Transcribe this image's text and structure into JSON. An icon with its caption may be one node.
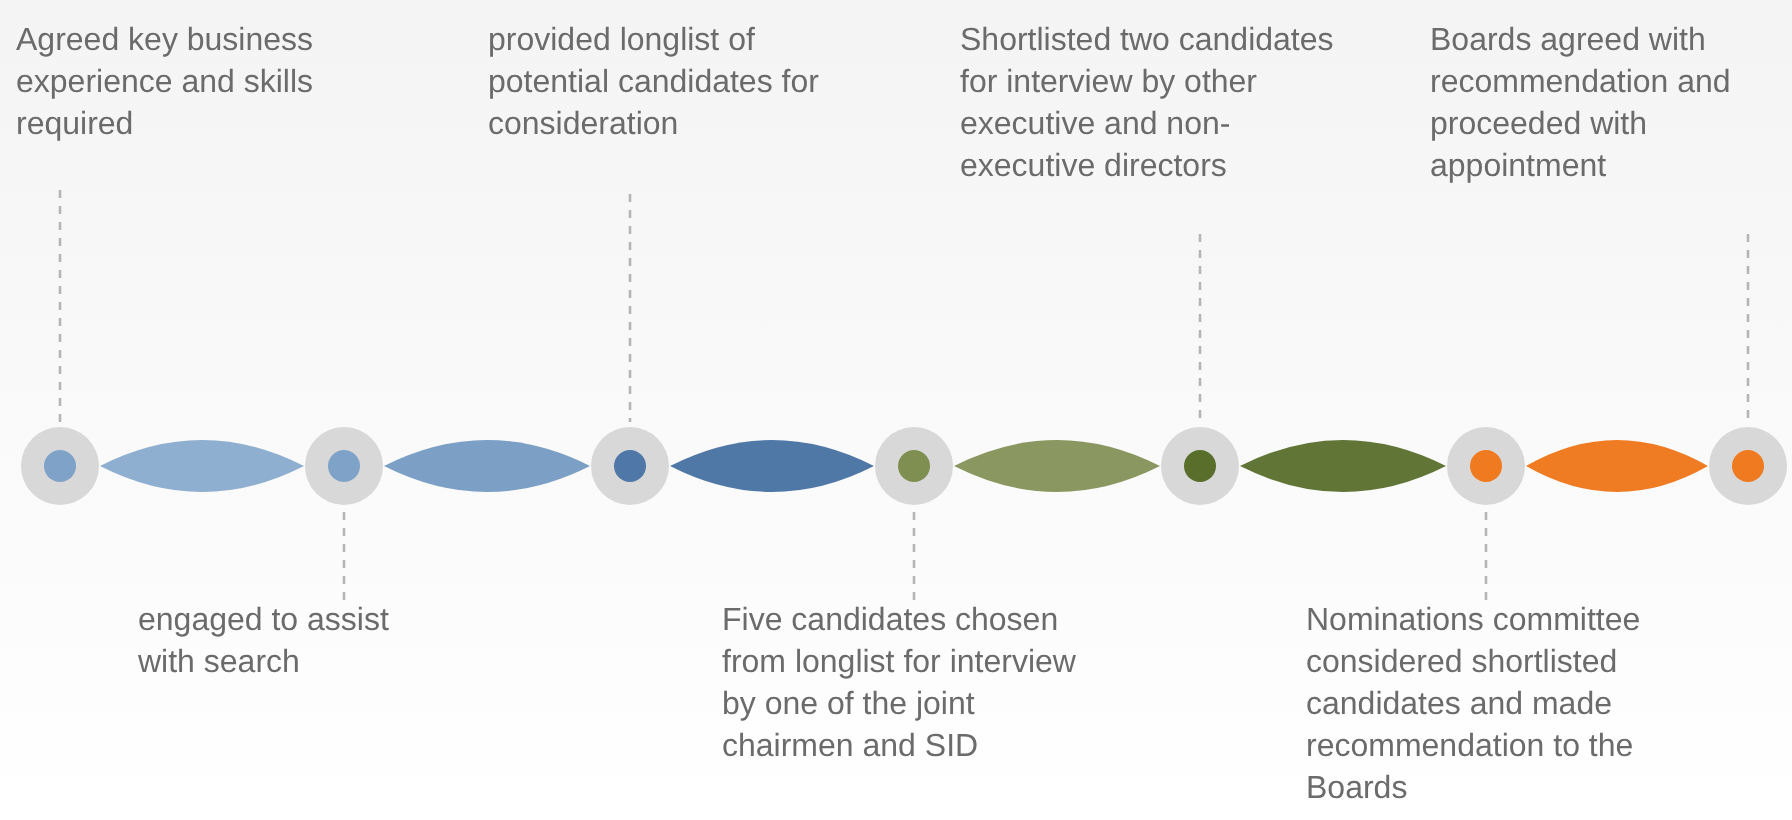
{
  "diagram": {
    "nodes": [
      {
        "text": [],
        "shape": "circle"
      },
      {
        "text": [],
        "shape": "circle"
      },
      {
        "text": [],
        "shape": "circle"
      },
      {
        "text": [],
        "shape": "circle"
      },
      {
        "text": [],
        "shape": "circle"
      },
      {
        "text": [],
        "shape": "circle"
      },
      {
        "text": [],
        "shape": "circle"
      },
      {
        "text": [
          "Agreed key business experience and skills required"
        ]
      },
      {
        "text": [
          "engaged to assist with search"
        ]
      },
      {
        "text": [
          "provided longlist of potential candidates for consideration"
        ]
      },
      {
        "text": [
          "Five candidates chosen from longlist for interview by one of the joint chairmen and SID"
        ]
      },
      {
        "text": [
          "Shortlisted two candidates for interview by other executive and non-executive directors"
        ]
      },
      {
        "text": [
          "Nominations committee considered shortlisted candidates and made recommendation to the Boards"
        ]
      },
      {
        "text": [
          "Boards agreed with recommendation and proceeded with appointment"
        ]
      }
    ],
    "edges": [
      {
        "from": 0,
        "to": 1,
        "arrow": "none",
        "style": "thick",
        "color": "#8eafcf"
      },
      {
        "from": 1,
        "to": 2,
        "arrow": "none",
        "style": "thick",
        "color": "#7b9fc5"
      },
      {
        "from": 2,
        "to": 3,
        "arrow": "none",
        "style": "thick",
        "color": "#5078a7"
      },
      {
        "from": 3,
        "to": 4,
        "arrow": "none",
        "style": "thick",
        "color": "#8a9760"
      },
      {
        "from": 4,
        "to": 5,
        "arrow": "none",
        "style": "thick",
        "color": "#607536"
      },
      {
        "from": 5,
        "to": 6,
        "arrow": "none",
        "style": "thick",
        "color": "#ef7b22"
      },
      {
        "from": 7,
        "to": 0,
        "arrow": "none",
        "style": "dashed"
      },
      {
        "from": 8,
        "to": 1,
        "arrow": "none",
        "style": "dashed"
      },
      {
        "from": 9,
        "to": 2,
        "arrow": "none",
        "style": "dashed"
      },
      {
        "from": 10,
        "to": 3,
        "arrow": "none",
        "style": "dashed"
      },
      {
        "from": 11,
        "to": 4,
        "arrow": "none",
        "style": "dashed"
      },
      {
        "from": 12,
        "to": 5,
        "arrow": "none",
        "style": "dashed"
      },
      {
        "from": 13,
        "to": 6,
        "arrow": "none",
        "style": "dashed"
      }
    ]
  }
}
